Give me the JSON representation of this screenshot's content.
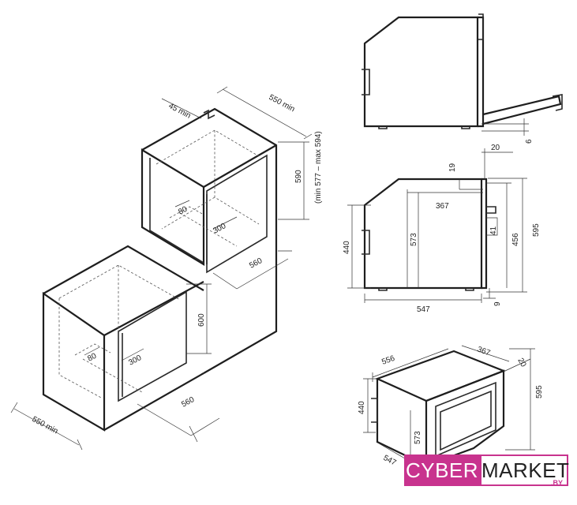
{
  "niche": {
    "upper_gap": "45 min",
    "upper_depth": "550 min",
    "height_range": "(min 577 – max 594)",
    "height": "590",
    "upper_cutout_w": "80",
    "upper_cutout_d": "300",
    "upper_width": "560",
    "lower_height": "600",
    "lower_cutout_w": "80",
    "lower_cutout_d": "300",
    "lower_width": "560",
    "lower_depth": "550 min"
  },
  "side_open": {
    "clearance": "6"
  },
  "side_view": {
    "top_offset": "20",
    "top_gap": "19",
    "inner_width": "367",
    "inner_height": "573",
    "panel_offset": "41",
    "body_height": "440",
    "front_height": "456",
    "total_height": "595",
    "bottom_offset": "9",
    "total_depth": "547"
  },
  "iso_view": {
    "width": "556",
    "inner_width": "367",
    "front_depth": "20",
    "total_height": "595",
    "body_height": "440",
    "inner_height": "573",
    "depth": "547"
  },
  "logo": {
    "part1": "CYBER",
    "part2": "MARKET",
    "domain": ".BY",
    "brand_color": "#c8338e"
  }
}
